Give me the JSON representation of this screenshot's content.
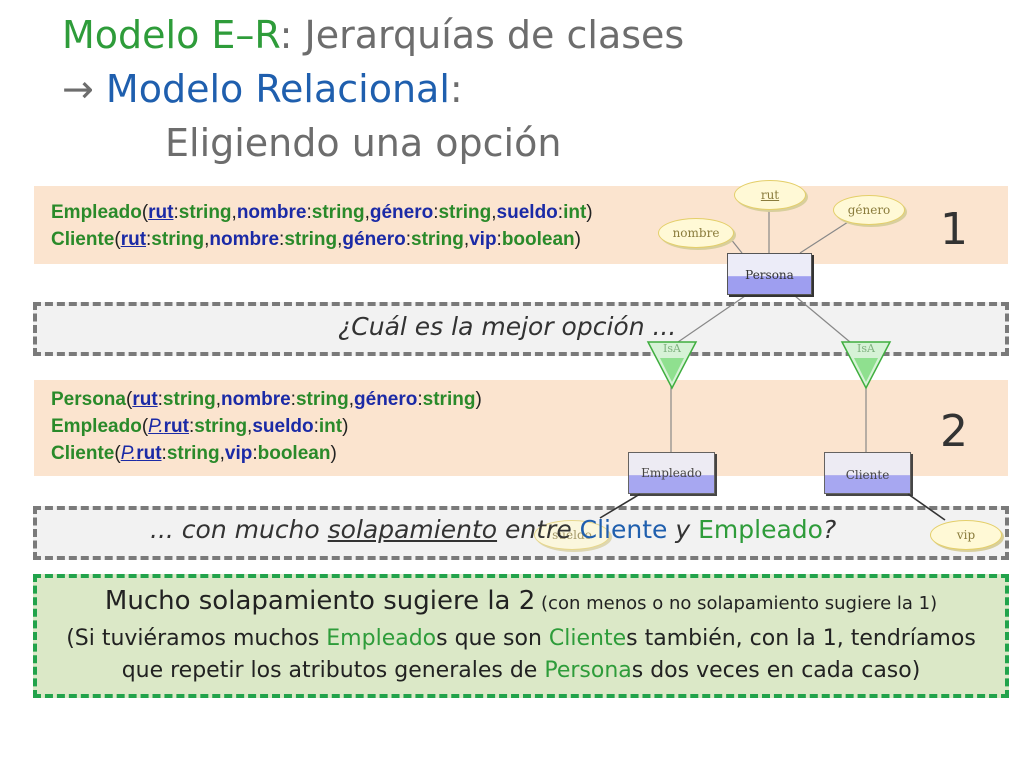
{
  "title": {
    "line1_part1": "Modelo E–R",
    "line1_part2": ": Jerarquías de clases",
    "line2_arrow": "→ ",
    "line2_part1": "Modelo Relacional",
    "line2_part2": ":",
    "line3": "Eligiendo una opción"
  },
  "option1": {
    "number": "1",
    "empleado": {
      "rel": "Empleado",
      "a1": "rut",
      "t1": "string",
      "a2": "nombre",
      "t2": "string",
      "a3": "género",
      "t3": "string",
      "a4": "sueldo",
      "t4": "int"
    },
    "cliente": {
      "rel": "Cliente",
      "a1": "rut",
      "t1": "string",
      "a2": "nombre",
      "t2": "string",
      "a3": "género",
      "t3": "string",
      "a4": "vip",
      "t4": "boolean"
    }
  },
  "question1": "¿Cuál es la mejor opción ...",
  "option2": {
    "number": "2",
    "persona": {
      "rel": "Persona",
      "a1": "rut",
      "t1": "string",
      "a2": "nombre",
      "t2": "string",
      "a3": "género",
      "t3": "string"
    },
    "empleado": {
      "rel": "Empleado",
      "prefix": "P.",
      "a1": "rut",
      "t1": "string",
      "a2": "sueldo",
      "t2": "int"
    },
    "cliente": {
      "rel": "Cliente",
      "prefix": "P.",
      "a1": "rut",
      "t1": "string",
      "a2": "vip",
      "t2": "boolean"
    }
  },
  "question2": {
    "part1": "... con mucho ",
    "underlined": "solapamiento",
    "part2": " entre ",
    "cliente": "Cliente",
    "part3": " y ",
    "empleado": "Empleado",
    "part4": "?"
  },
  "conclusion": {
    "line1_main": "Mucho solapamiento sugiere la 2",
    "line1_paren": " (con menos o no solapamiento sugiere la 1)",
    "line2_a": "(Si tuviéramos muchos ",
    "line2_emp": "Empleado",
    "line2_b": "s que son ",
    "line2_cli": "Cliente",
    "line2_c": "s también, con la 1, tendríamos",
    "line3_a": "que repetir los atributos generales de ",
    "line3_per": "Persona",
    "line3_b": "s dos veces en cada caso)"
  },
  "diagram": {
    "persona": "Persona",
    "empleado": "Empleado",
    "cliente": "Cliente",
    "isa_left": "IsA",
    "isa_right": "IsA",
    "attr_rut": "rut",
    "attr_genero": "género",
    "attr_nombre": "nombre",
    "attr_vip": "vip",
    "attr_sueldo": "sueldo"
  },
  "colors": {
    "title_green": "#2e9c3a",
    "title_blue": "#1f5fae",
    "schema_bg": "#fbe4cf",
    "relation_green": "#2a8a2a",
    "attribute_blue": "#1b2aa6",
    "conclusion_bg": "#dbe8c7",
    "conclusion_border": "#22a34b"
  }
}
